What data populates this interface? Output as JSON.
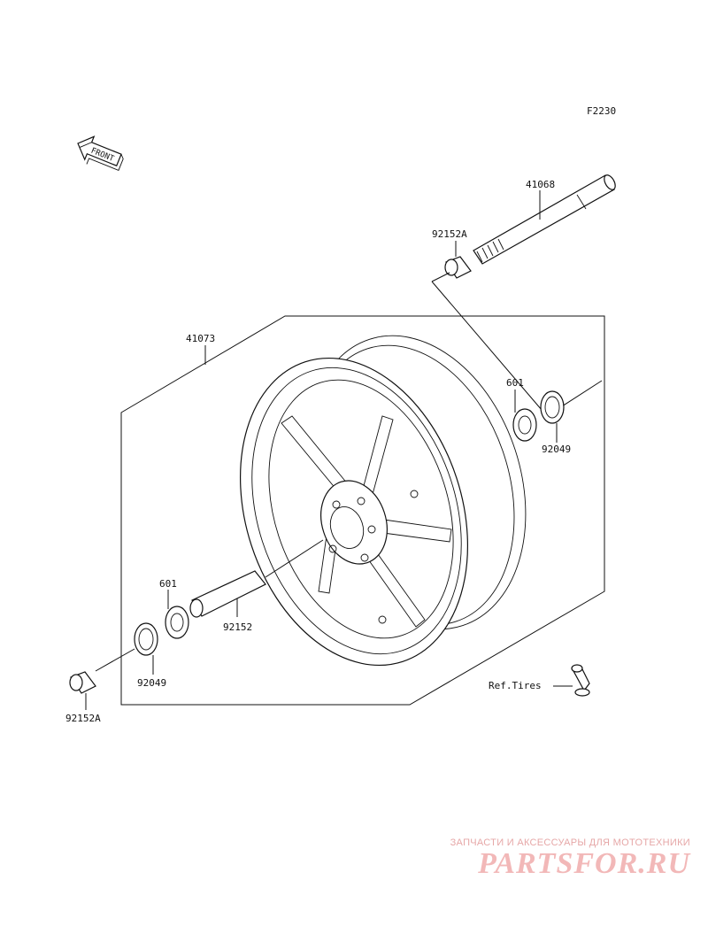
{
  "figure_code": "F2230",
  "front_label": "FRONT",
  "parts": {
    "axle": "41068",
    "collar_top": "92152A",
    "wheel": "41073",
    "bearing_right": "601",
    "seal_right": "92049",
    "bearing_left": "601",
    "spacer": "92152",
    "seal_left": "92049",
    "collar_bottom": "92152A"
  },
  "ref_tires": "Ref.Tires",
  "watermark": {
    "tagline": "ЗАПЧАСТИ И АКСЕССУАРЫ ДЛЯ МОТОТЕХНИКИ",
    "logo": "PARTSFOR.RU"
  },
  "colors": {
    "line": "#111111",
    "watermark": "#f2b8b8"
  }
}
